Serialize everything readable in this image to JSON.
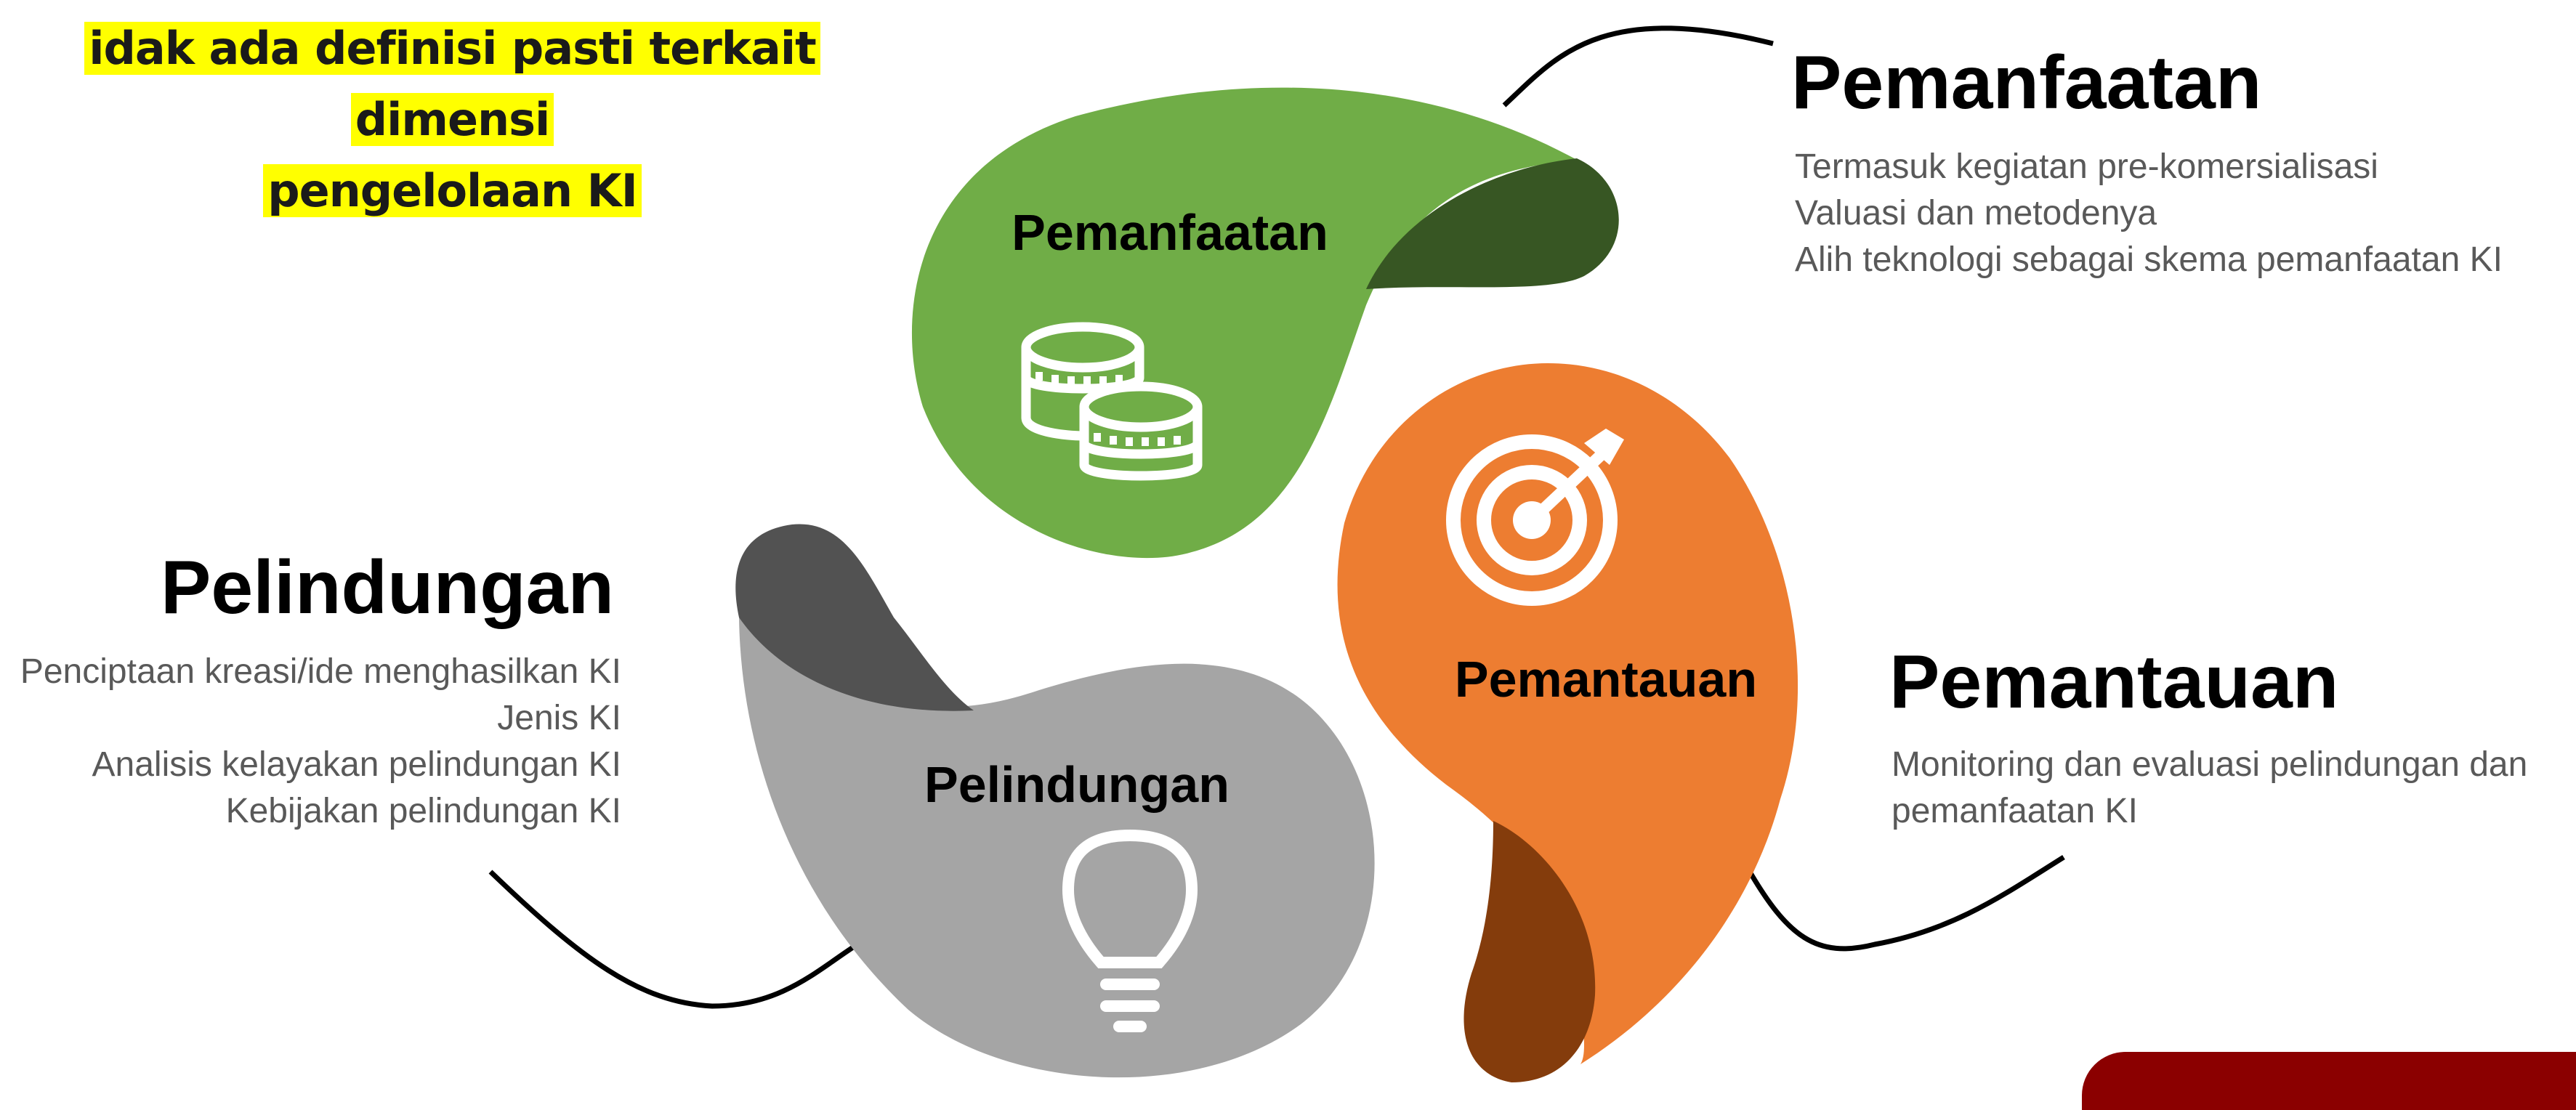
{
  "heading": {
    "line1": "idak ada definisi pasti terkait dimensi",
    "line2": "pengelolaan KI",
    "highlight_color": "#ffff00"
  },
  "petals": {
    "pemanfaatan": {
      "label": "Pemanfaatan",
      "color": "#70ad47",
      "accent": "#375623",
      "icon": "coins-icon"
    },
    "pemantauan": {
      "label": "Pemantauan",
      "color": "#ed7d31",
      "accent": "#843c0c",
      "icon": "target-icon"
    },
    "pelindungan": {
      "label": "Pelindungan",
      "color": "#a5a5a5",
      "accent": "#525252",
      "icon": "lightbulb-icon"
    }
  },
  "blocks": {
    "pemanfaatan": {
      "title": "Pemanfaatan",
      "lines": [
        "Termasuk kegiatan pre-komersialisasi",
        "Valuasi dan metodenya",
        "Alih teknologi sebagai skema pemanfaatan KI"
      ]
    },
    "pelindungan": {
      "title": "Pelindungan",
      "lines": [
        "Penciptaan kreasi/ide menghasilkan KI",
        "Jenis KI",
        "Analisis kelayakan pelindungan KI",
        "Kebijakan pelindungan KI"
      ]
    },
    "pemantauan": {
      "title": "Pemantauan",
      "lines": [
        "Monitoring dan evaluasi pelindungan dan",
        "pemanfaatan KI"
      ]
    }
  },
  "footer_bar_color": "#8b0000"
}
